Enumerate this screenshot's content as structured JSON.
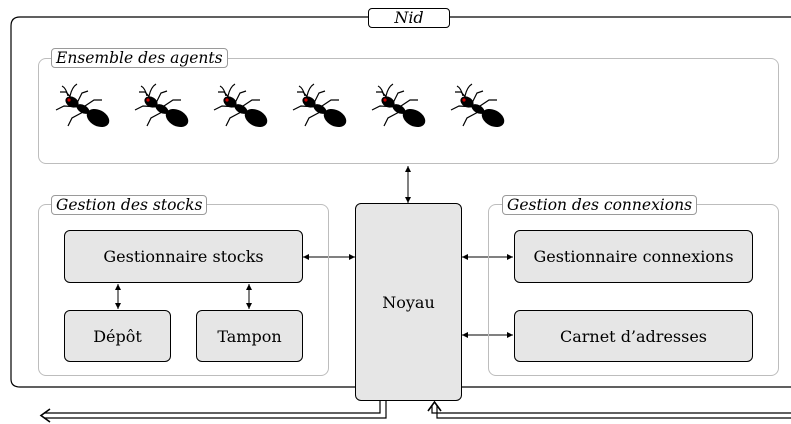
{
  "nest": {
    "title": "Nid"
  },
  "agents": {
    "title": "Ensemble des agents",
    "icon": "ant-icon",
    "count": 6
  },
  "stocks": {
    "title": "Gestion des stocks",
    "manager": "Gestionnaire stocks",
    "depot": "Dépôt",
    "buffer": "Tampon"
  },
  "core": {
    "label": "Noyau"
  },
  "connections": {
    "title": "Gestion des connexions",
    "manager": "Gestionnaire connexions",
    "address_book": "Carnet d’adresses"
  },
  "colors": {
    "box_fill": "#e6e6e6",
    "frame_border": "#bdbdbd",
    "ant_body": "#000000",
    "ant_eye": "#cc0000"
  }
}
